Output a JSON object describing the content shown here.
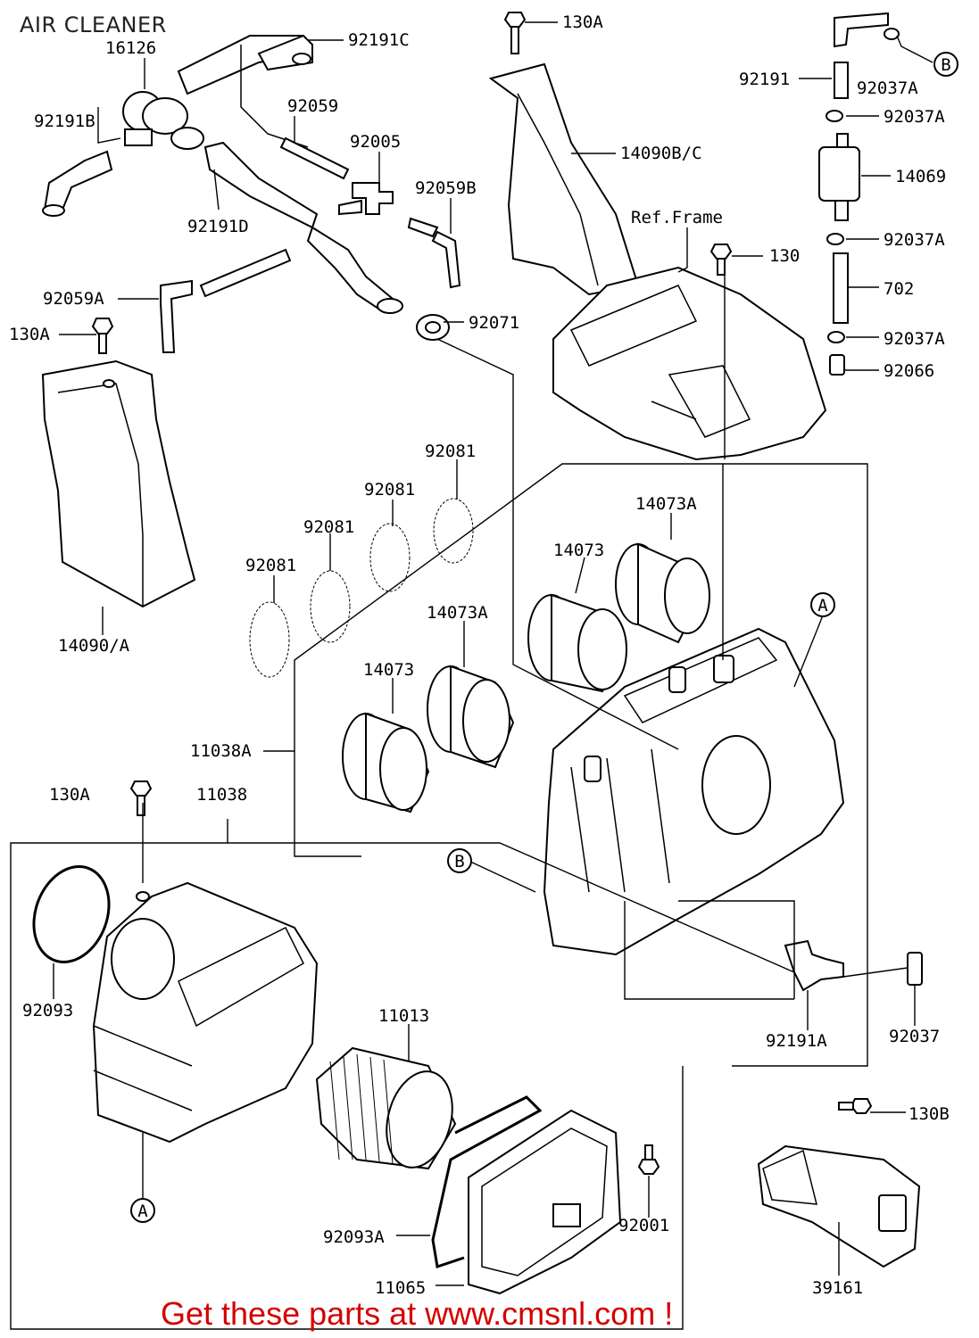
{
  "title": "AIR CLEANER",
  "footer": "Get these parts at www.cmsnl.com !",
  "colors": {
    "footer": "#d40000",
    "line": "#000000"
  },
  "labels": {
    "p92191C": "92191C",
    "p16126": "16126",
    "p92191B": "92191B",
    "p92059": "92059",
    "p92005": "92005",
    "p92059B": "92059B",
    "p92191D": "92191D",
    "p92059A": "92059A",
    "p130A_top": "130A",
    "p14090BC": "14090B/C",
    "pRefFrame": "Ref.Frame",
    "p130": "130",
    "p92071": "92071",
    "p92191": "92191",
    "p92037A_1": "92037A",
    "p92037A_2": "92037A",
    "p14069": "14069",
    "p92037A_3": "92037A",
    "p702": "702",
    "p92037A_4": "92037A",
    "p92066": "92066",
    "p130A_left": "130A",
    "p14090A": "14090/A",
    "p92081_1": "92081",
    "p92081_2": "92081",
    "p92081_3": "92081",
    "p92081_4": "92081",
    "p14073A_1": "14073A",
    "p14073_1": "14073",
    "p14073A_2": "14073A",
    "p14073_2": "14073",
    "p11038A": "11038A",
    "p130A_mid": "130A",
    "p11038": "11038",
    "p92093": "92093",
    "p11013": "11013",
    "p92191A": "92191A",
    "p92037": "92037",
    "p130B": "130B",
    "p92001": "92001",
    "p92093A": "92093A",
    "p11065": "11065",
    "p39161": "39161",
    "refA": "A",
    "refB": "B"
  }
}
